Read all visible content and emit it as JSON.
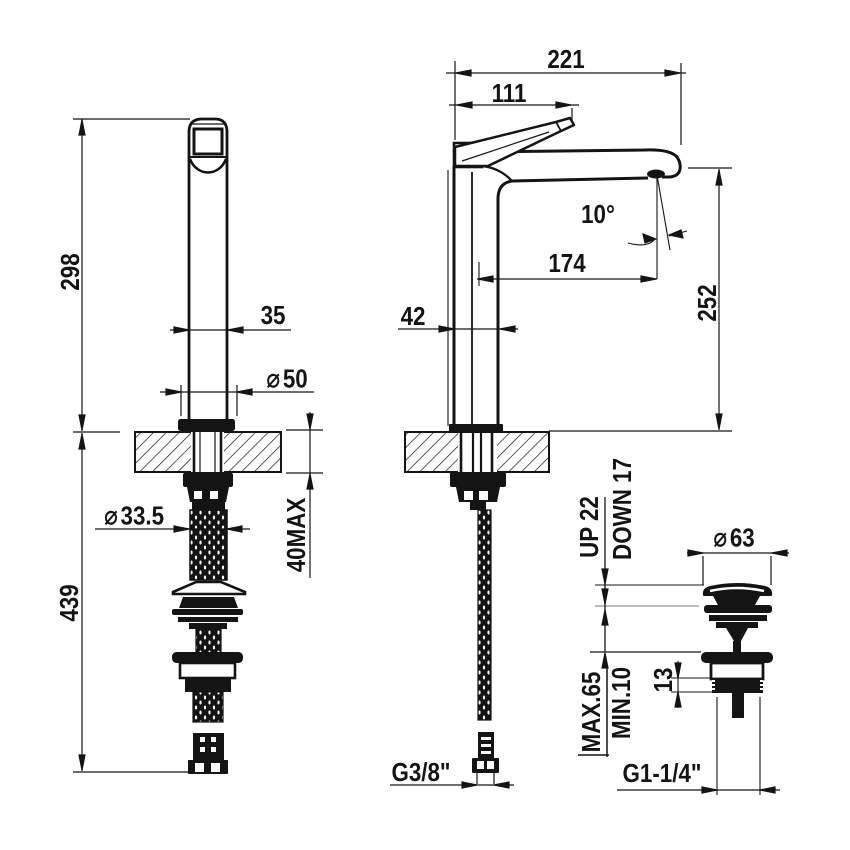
{
  "views": {
    "front": {
      "dims": {
        "height_above_deck": "298",
        "body_width": "35",
        "base_diameter": {
          "symbol": "⌀",
          "value": "50"
        },
        "hose_diameter": {
          "symbol": "⌀",
          "value": "33.5"
        },
        "deck_thickness_max": "40MAX",
        "length_below_deck": "439"
      }
    },
    "side": {
      "dims": {
        "total_depth": "221",
        "handle_depth": "111",
        "spout_angle": "10°",
        "spout_reach": "174",
        "body_depth": "42",
        "spout_height": "252",
        "supply_connection": "G3/8\""
      }
    },
    "drain": {
      "dims": {
        "plug_travel_up": "UP 22",
        "plug_travel_down": "DOWN 17",
        "cap_diameter": {
          "symbol": "⌀",
          "value": "63"
        },
        "deck_thickness_max": "MAX.65",
        "deck_thickness_min": "MIN.10",
        "thread_length": "13",
        "waste_connection": "G1-1/4\""
      }
    }
  }
}
